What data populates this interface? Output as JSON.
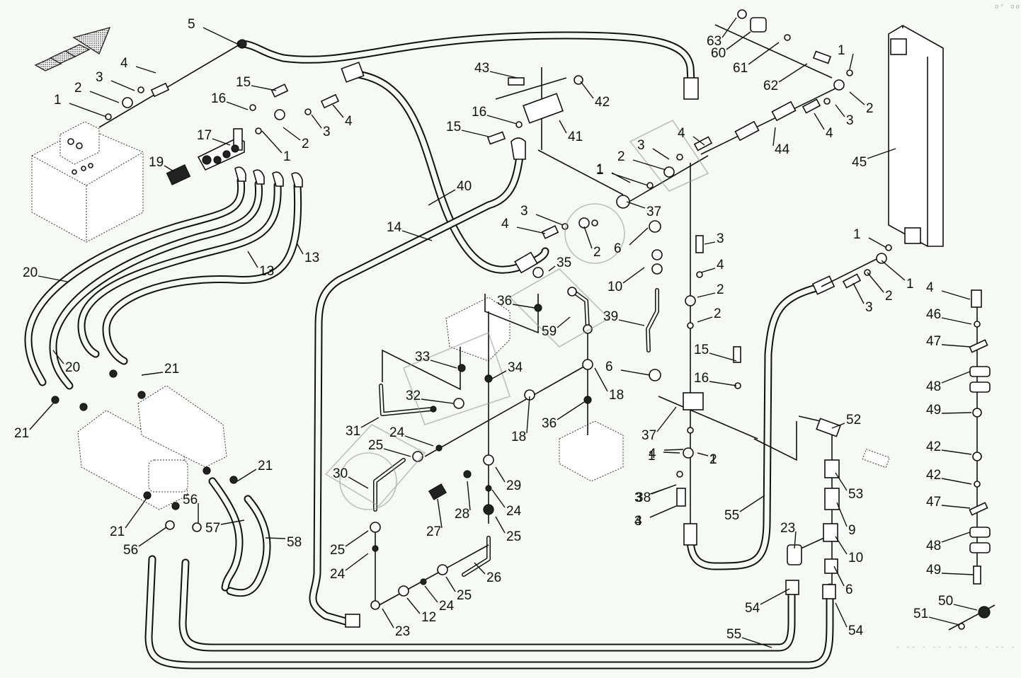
{
  "diagram": {
    "type": "exploded-parts-diagram",
    "subject": "hydraulic hose routing",
    "callouts": [
      "5",
      "4",
      "3",
      "2",
      "1",
      "15",
      "16",
      "17",
      "1",
      "2",
      "3",
      "4",
      "19",
      "13",
      "13",
      "20",
      "20",
      "21",
      "21",
      "21",
      "21",
      "56",
      "56",
      "57",
      "58",
      "43",
      "42",
      "16",
      "15",
      "41",
      "40",
      "14",
      "1",
      "3",
      "4",
      "2",
      "37",
      "6",
      "35",
      "36",
      "59",
      "10",
      "39",
      "33",
      "34",
      "32",
      "31",
      "18",
      "18",
      "36",
      "24",
      "25",
      "30",
      "29",
      "28",
      "27",
      "24",
      "25",
      "26",
      "25",
      "24",
      "12",
      "23",
      "25",
      "24",
      "6",
      "37",
      "1",
      "2",
      "3",
      "4",
      "63",
      "60",
      "61",
      "62",
      "1",
      "2",
      "3",
      "4",
      "44",
      "45",
      "4",
      "3",
      "2",
      "1",
      "15",
      "16",
      "3",
      "4",
      "2",
      "2",
      "1",
      "1",
      "2",
      "3",
      "4",
      "46",
      "47",
      "48",
      "49",
      "42",
      "42",
      "47",
      "48",
      "49",
      "50",
      "51",
      "52",
      "53",
      "9",
      "10",
      "23",
      "6",
      "54",
      "54",
      "55",
      "55",
      "38",
      "3",
      "4",
      "1",
      "2"
    ],
    "corner_mark": "o° ooo",
    "footer_code": "- -- -  -- -  -- -  - -- -"
  }
}
